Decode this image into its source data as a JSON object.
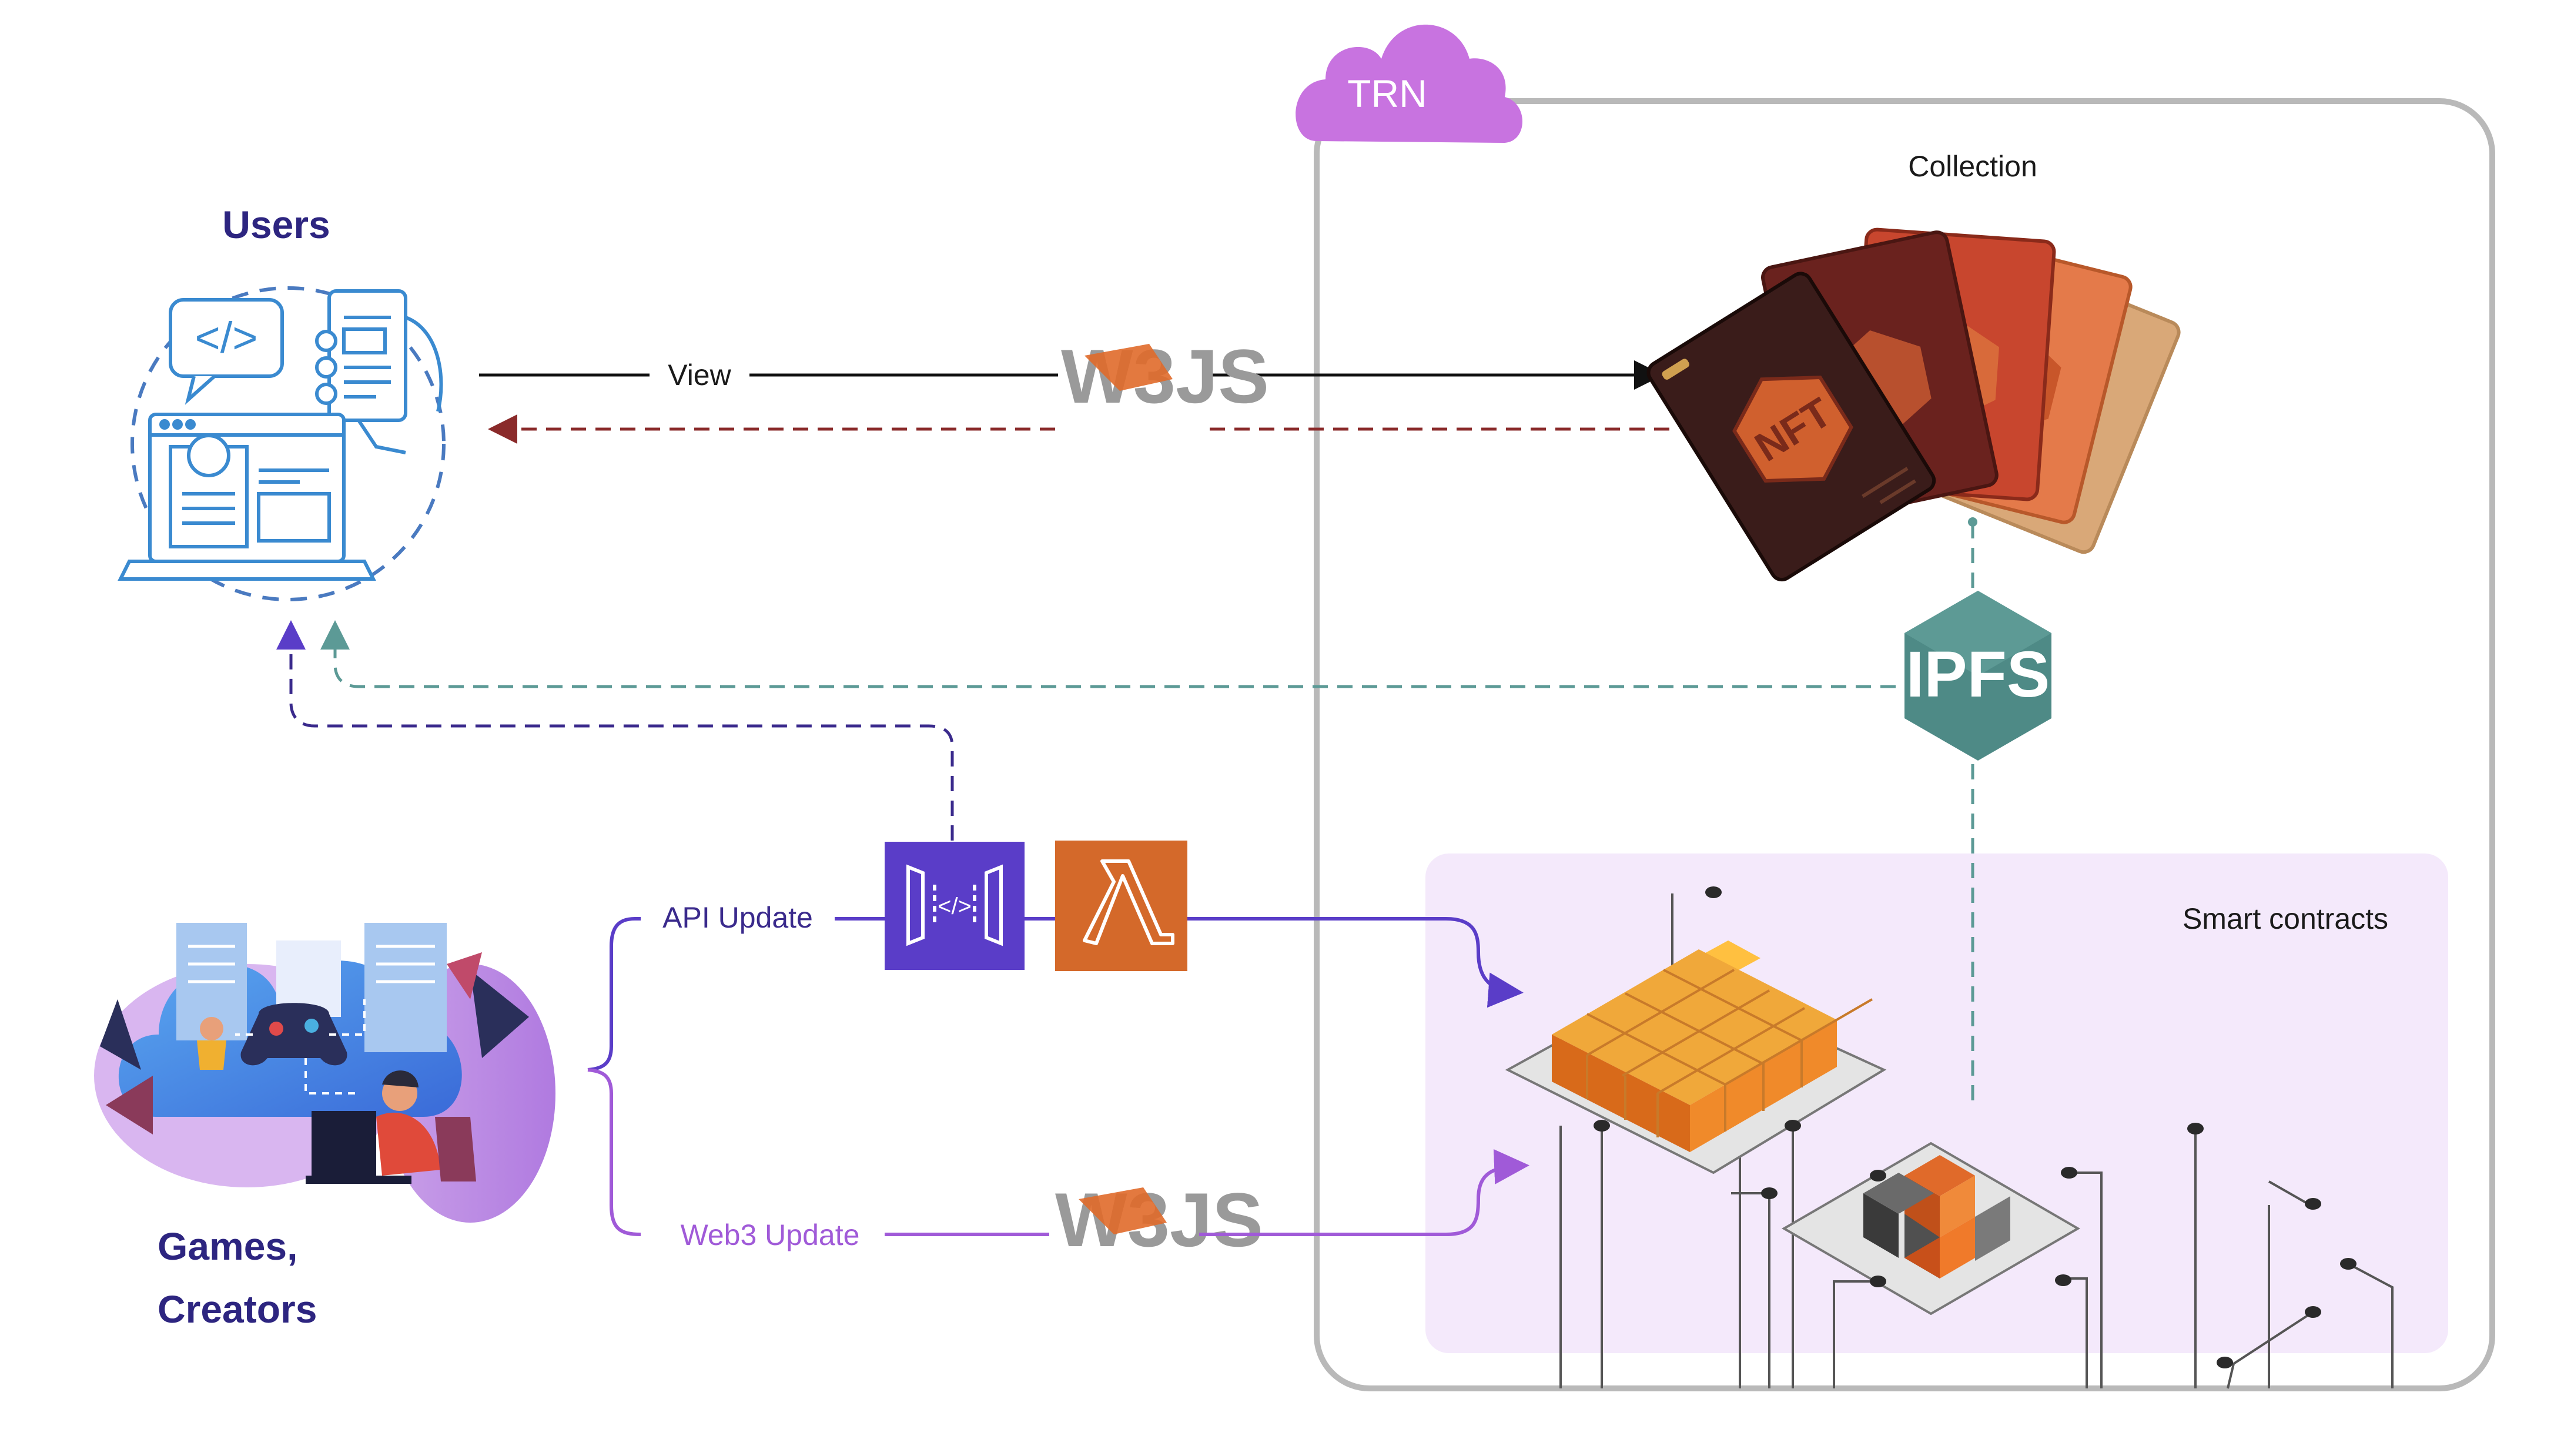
{
  "cloud_label": "TRN",
  "collection_label": "Collection",
  "smart_contracts_label": "Smart contracts",
  "users_label": "Users",
  "games_label_line1": "Games,",
  "games_label_line2": "Creators",
  "view_label": "View",
  "api_update_label": "API Update",
  "web3_update_label": "Web3 Update",
  "ipfs_label": "IPFS",
  "nft_card_label": "NFT",
  "web3js_logo_text": "W3JS",
  "icons": {
    "users": "developer-laptop-icon",
    "games": "gaming-cloud-icon",
    "api_gateway": "api-gateway-icon",
    "lambda": "lambda-icon",
    "web3js": "web3js-logo-icon",
    "ipfs": "ipfs-hexagon-icon",
    "nft_cards": "nft-cards-icon",
    "smart_contracts": "smart-contract-blocks-icon"
  },
  "colors": {
    "accent_navy": "#3a2a8c",
    "api_purple": "#5a3dc8",
    "web3_violet": "#a05ad8",
    "trn_cloud": "#c873e0",
    "lambda_orange": "#d4692a",
    "ipfs_teal": "#4e8a86",
    "dashed_red": "#8a2a2a",
    "teal_dash": "#5c9a96"
  }
}
